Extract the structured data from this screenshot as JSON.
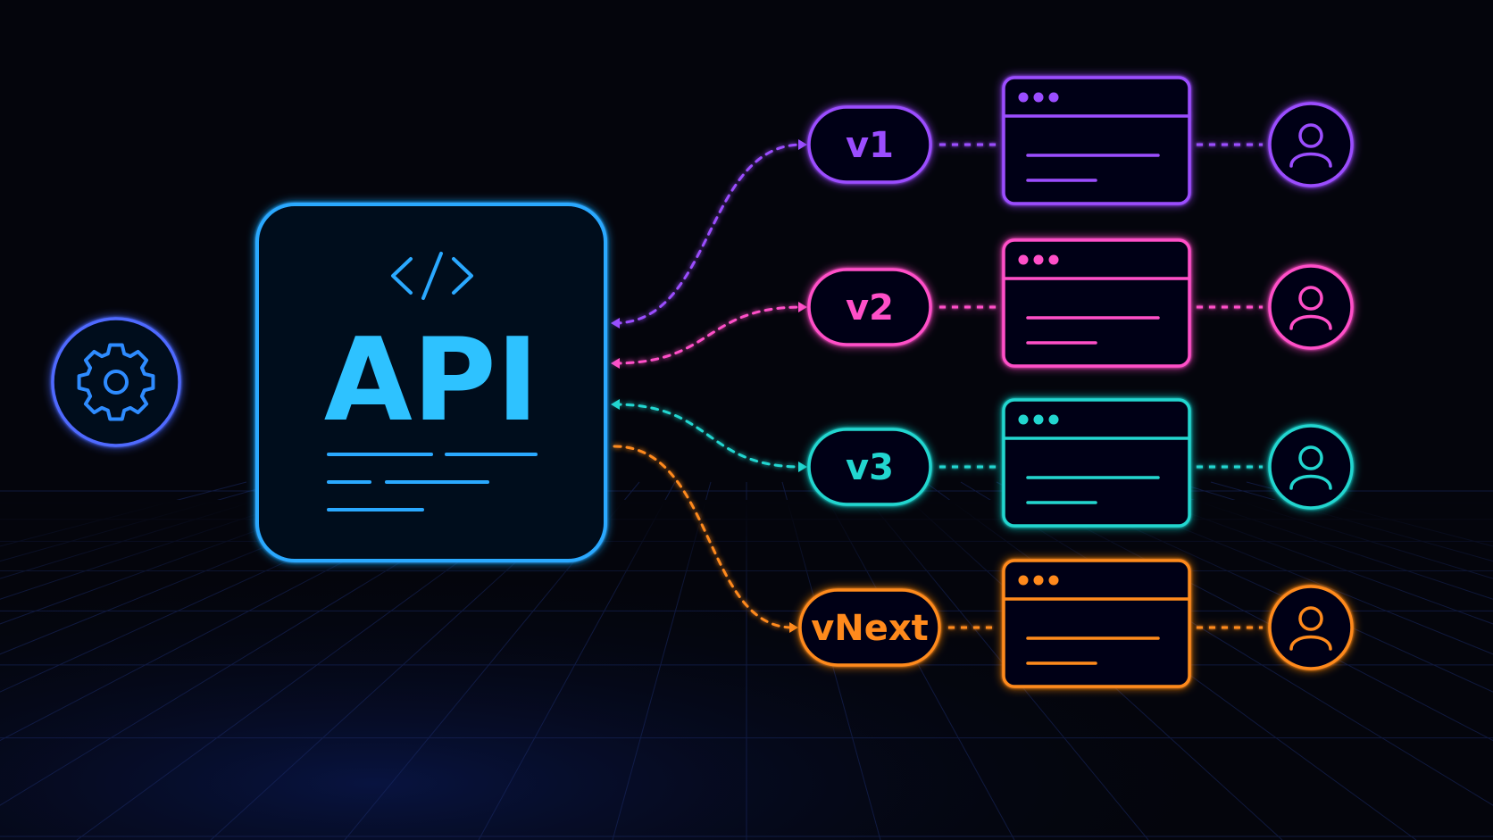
{
  "api": {
    "code_glyph": "</>",
    "label": "API",
    "color": "#2aa9ff",
    "icon": "code-icon"
  },
  "source": {
    "icon": "gear-icon",
    "color": "#4f6bff"
  },
  "versions": [
    {
      "label": "v1",
      "color": "#9b4dff",
      "client_icon": "user-icon",
      "window_icon": "browser-window-icon"
    },
    {
      "label": "v2",
      "color": "#ff4fc8",
      "client_icon": "user-icon",
      "window_icon": "browser-window-icon"
    },
    {
      "label": "v3",
      "color": "#22d6d0",
      "client_icon": "user-icon",
      "window_icon": "browser-window-icon"
    },
    {
      "label": "vNext",
      "color": "#ff8a1f",
      "client_icon": "user-icon",
      "window_icon": "browser-window-icon"
    }
  ],
  "background_color": "#04050c"
}
